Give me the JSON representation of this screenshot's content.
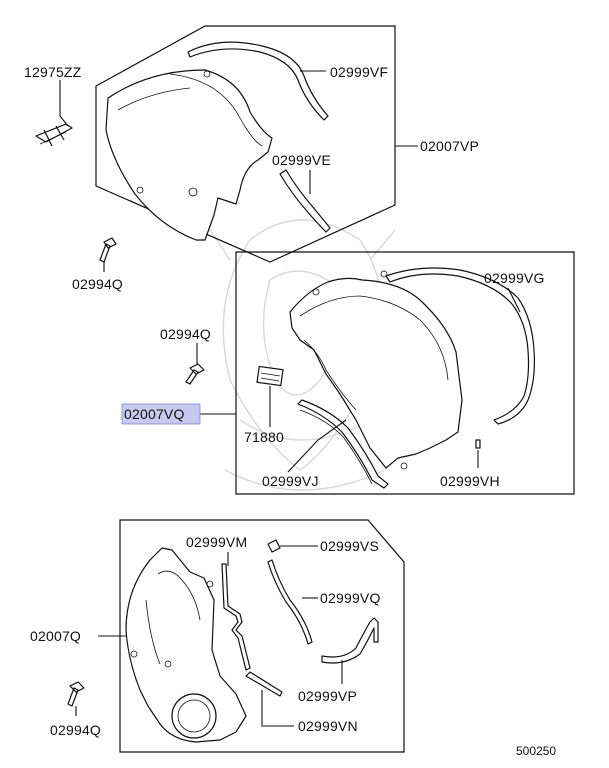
{
  "labels": {
    "p12975zz": "12975ZZ",
    "p02999vf": "02999VF",
    "p02007vp": "02007VP",
    "p02999ve": "02999VE",
    "p02994q_top": "02994Q",
    "p02999vg": "02999VG",
    "p02994q_mid": "02994Q",
    "p02007vq": "02007VQ",
    "p71880": "71880",
    "p02999vj": "02999VJ",
    "p02999vh": "02999VH",
    "p02999vm": "02999VM",
    "p02999vs": "02999VS",
    "p02999vq": "02999VQ",
    "p02007q": "02007Q",
    "p02999vp": "02999VP",
    "p02994q_bot": "02994Q",
    "p02999vn": "02999VN"
  },
  "diagram_number": "500250",
  "colors": {
    "line": "#111111",
    "highlight_fill": "#c7c9ee",
    "watermark": "#d8d8d8"
  }
}
